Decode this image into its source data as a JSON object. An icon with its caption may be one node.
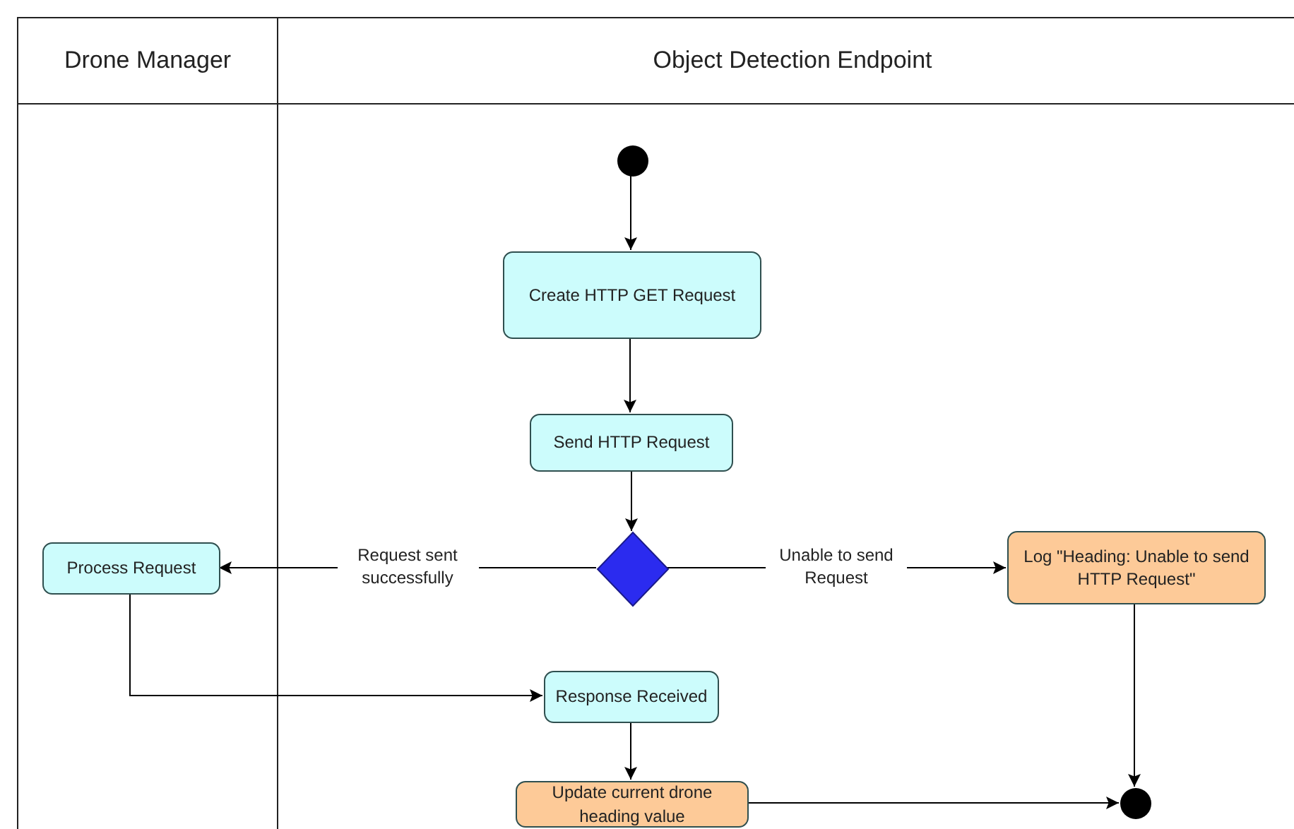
{
  "diagram": {
    "nodes": [
      {
        "text": [
          "Drone Manager"
        ]
      },
      {
        "text": [
          "Object Detection Endpoint"
        ]
      },
      {
        "text": [],
        "shape": "circle",
        "in": 1
      },
      {
        "text": [
          "Create HTTP GET Request"
        ],
        "in": 1
      },
      {
        "text": [
          "Send HTTP Request"
        ],
        "in": 1
      },
      {
        "text": [],
        "shape": "diamond",
        "in": 1
      },
      {
        "text": [
          "Process Request"
        ],
        "in": 0
      },
      {
        "text": [
          "Log \"Heading: Unable to send HTTP Request\""
        ],
        "in": 1
      },
      {
        "text": [
          "Response Received"
        ],
        "in": 1
      },
      {
        "text": [
          "Update current drone heading value"
        ],
        "in": 1
      },
      {
        "text": [],
        "shape": "circle",
        "in": 1
      }
    ],
    "edges": [
      {
        "from": 2,
        "to": 3,
        "arrow": "to"
      },
      {
        "from": 3,
        "to": 4,
        "arrow": "to"
      },
      {
        "from": 4,
        "to": 5,
        "arrow": "to"
      },
      {
        "from": 5,
        "to": 6,
        "arrow": "to",
        "label": "Request sent successfully"
      },
      {
        "from": 5,
        "to": 7,
        "arrow": "to",
        "label": "Unable to send Request"
      },
      {
        "from": 6,
        "to": 8,
        "arrow": "to"
      },
      {
        "from": 8,
        "to": 9,
        "arrow": "to"
      },
      {
        "from": 9,
        "to": 10,
        "arrow": "to"
      },
      {
        "from": 7,
        "to": 10,
        "arrow": "to"
      }
    ]
  }
}
